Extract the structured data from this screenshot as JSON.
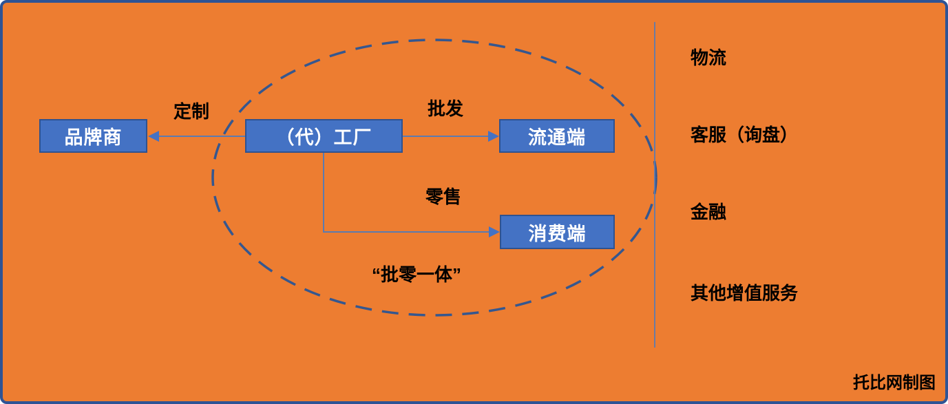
{
  "diagram": {
    "nodes": {
      "brand": {
        "label": "品牌商"
      },
      "factory": {
        "label": "（代）工厂"
      },
      "distribution": {
        "label": "流通端"
      },
      "consumer": {
        "label": "消费端"
      }
    },
    "edges": {
      "custom": {
        "label": "定制",
        "from": "factory",
        "to": "brand"
      },
      "wholesale": {
        "label": "批发",
        "from": "factory",
        "to": "distribution"
      },
      "retail": {
        "label": "零售",
        "from": "factory",
        "to": "consumer"
      }
    },
    "annotation": {
      "label": "“批零一体”"
    }
  },
  "services": {
    "items": [
      {
        "label": "物流"
      },
      {
        "label": "客服（询盘）"
      },
      {
        "label": "金融"
      },
      {
        "label": "其他增值服务"
      }
    ]
  },
  "credit": {
    "label": "托比网制图"
  },
  "colors": {
    "bg": "#ED7D31",
    "frame_border": "#2E5395",
    "box_fill": "#4472C4",
    "box_border": "#2F528F",
    "line": "#5B7BB0",
    "arrow": "#4472C4",
    "dash": "#35578F",
    "text_dark": "#000000",
    "text_light": "#FFFFFF"
  }
}
